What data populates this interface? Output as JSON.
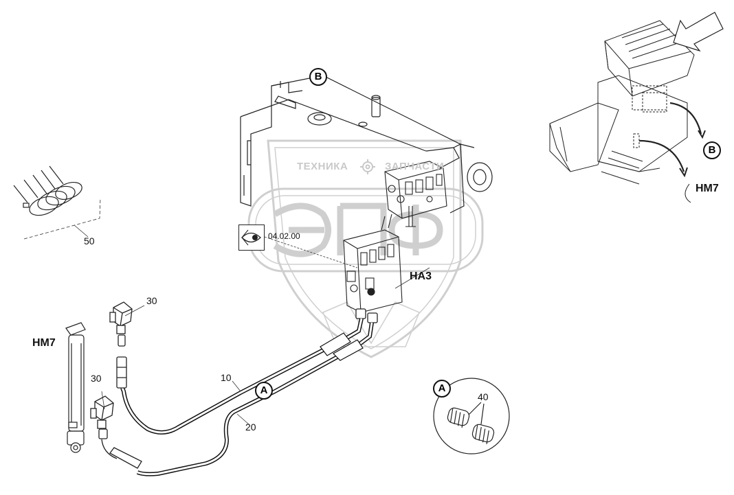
{
  "watermark": {
    "text_left": "ТЕХНИКА",
    "text_right": "ЗАПЧАСТИ",
    "logo_letters": "ЭПФ",
    "gear_icon": "gear-icon",
    "color": "#c8c8c8"
  },
  "labels": {
    "hm7_left": "HM7",
    "hm7_right": "HM7",
    "ha3": "HA3",
    "callout_a_main": "A",
    "callout_a_detail": "A",
    "callout_b_top": "B",
    "callout_b_right": "B",
    "ref_page": "04.02.00",
    "part_10": "10",
    "part_20": "20",
    "part_30_top": "30",
    "part_30_bottom": "30",
    "part_40": "40",
    "part_50": "50"
  },
  "icons": {
    "reference": "eye-reference-icon",
    "arrow": "direction-arrow-icon"
  },
  "colors": {
    "line": "#111111",
    "watermark": "#c8c8c8",
    "background": "#ffffff"
  }
}
